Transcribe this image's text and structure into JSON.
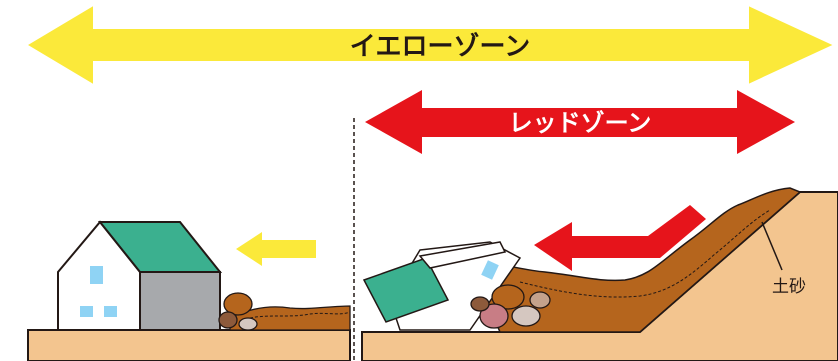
{
  "zones": {
    "yellow": {
      "label": "イエローゾーン",
      "color": "#fbe93a"
    },
    "red": {
      "label": "レッドゾーン",
      "color": "#e6141b"
    }
  },
  "annotations": {
    "debris_label": "土砂"
  },
  "colors": {
    "ground": "#f3c58f",
    "ground_outline": "#231815",
    "soil": "#b5651d",
    "house_roof": "#3bb08f",
    "house_wall": "#ffffff",
    "house_side": "#a7a9ac",
    "window": "#8fd3f4",
    "arrow_small_yellow": "#fbe93a",
    "arrow_small_red": "#e6141b"
  }
}
